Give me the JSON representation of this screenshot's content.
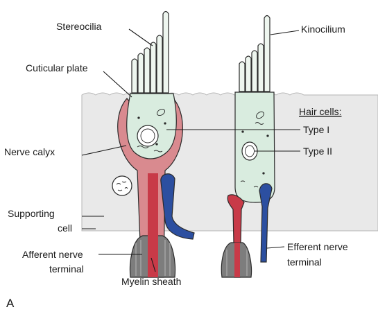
{
  "labels": {
    "stereocilia": "Stereocilia",
    "kinocilium": "Kinocilium",
    "cuticular_plate": "Cuticular plate",
    "hair_cells": "Hair cells:",
    "type_1": "Type I",
    "type_2": "Type II",
    "nerve_calyx": "Nerve calyx",
    "supporting_line1": "Supporting",
    "supporting_line2": "cell",
    "afferent_line1": "Afferent nerve",
    "afferent_line2": "terminal",
    "efferent_line1": "Efferent nerve",
    "efferent_line2": "terminal",
    "myelin_sheath": "Myelin sheath",
    "panel_letter": "A"
  },
  "colors": {
    "supporting_tissue": "#e9e9e9",
    "hair_cell": "#d9ecdf",
    "nerve_calyx": "#d98a8f",
    "afferent": "#c83a48",
    "efferent": "#2c4fa0",
    "myelin": "#7d7d7d"
  }
}
